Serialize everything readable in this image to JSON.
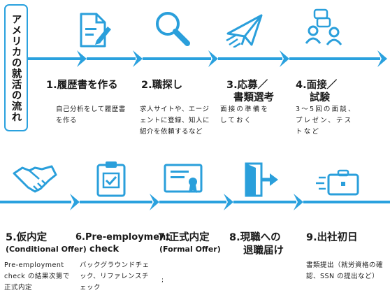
{
  "title": "アメリカの就活の流れ",
  "steps": [
    {
      "title": "1.履歴書を作る",
      "desc": "自己分析をして履歴書を作る",
      "icon": "resume-icon"
    },
    {
      "title": "2.職探し",
      "desc": "求人サイトや、エージェントに登録、知人に紹介を依頼するなど",
      "icon": "search-icon"
    },
    {
      "title_line1": "3.応募／",
      "title_line2": "書類選考",
      "desc": "面接の準備をしておく",
      "icon": "paper-plane-icon"
    },
    {
      "title_line1": "4.面接／",
      "title_line2": "試験",
      "desc": "3～5回の面談、プレゼン、テストなど",
      "icon": "interview-icon"
    },
    {
      "title": "5.仮内定",
      "subtitle": "(Conditional Offer)",
      "desc": "Pre-employment check の結果次第で正式内定",
      "icon": "handshake-icon"
    },
    {
      "title_prefix": "6.",
      "title_line1": "Pre-employment",
      "title_line2": "check",
      "desc": "バックグラウンドチェック、リファレンスチェック",
      "icon": "clipboard-check-icon"
    },
    {
      "title": "7.正式内定",
      "subtitle": "(Formal Offer)",
      "desc": "",
      "icon": "certificate-icon"
    },
    {
      "title_line1": "8.現職への",
      "title_line2": "退職届け",
      "desc": "",
      "icon": "exit-door-icon"
    },
    {
      "title": "9.出社初日",
      "desc": "書類提出（就労資格の確認、SSN の提出など）",
      "icon": "briefcase-icon"
    }
  ],
  "stray_mark": ";",
  "colors": {
    "arrow": "#2aa1de",
    "icon": "#2a9fdb",
    "accent": "#1d6fa8"
  }
}
